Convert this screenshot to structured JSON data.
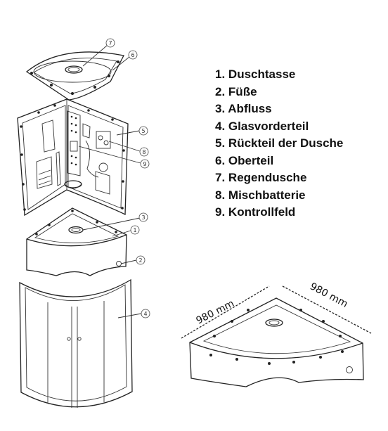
{
  "parts": [
    {
      "number": "1.",
      "label": "Duschtasse"
    },
    {
      "number": "2.",
      "label": "Füße"
    },
    {
      "number": "3.",
      "label": "Abfluss"
    },
    {
      "number": "4.",
      "label": "Glasvorderteil"
    },
    {
      "number": "5.",
      "label": "Rückteil der Dusche"
    },
    {
      "number": "6.",
      "label": "Oberteil"
    },
    {
      "number": "7.",
      "label": "Regendusche"
    },
    {
      "number": "8.",
      "label": "Mischbatterie"
    },
    {
      "number": "9.",
      "label": "Kontrollfeld"
    }
  ],
  "callouts": {
    "c1": "1",
    "c2": "2",
    "c3": "3",
    "c4": "4",
    "c5": "5",
    "c6": "6",
    "c7": "7",
    "c8": "8",
    "c9": "9"
  },
  "dimensions": {
    "left": "980 mm",
    "right": "980 mm"
  }
}
